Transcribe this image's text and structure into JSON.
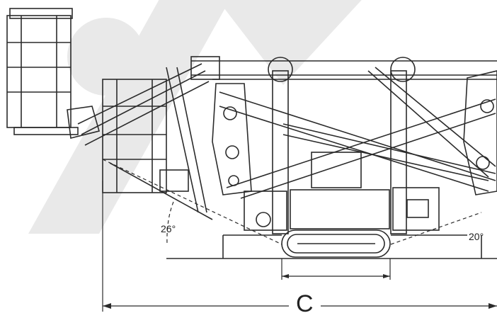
{
  "diagram": {
    "labels": {
      "angle_left": "26°",
      "angle_right": "20°",
      "dimension_main": "C"
    },
    "colors": {
      "line": "#2b2b2b",
      "watermark": "#e6e6e6",
      "background": "#ffffff"
    }
  }
}
